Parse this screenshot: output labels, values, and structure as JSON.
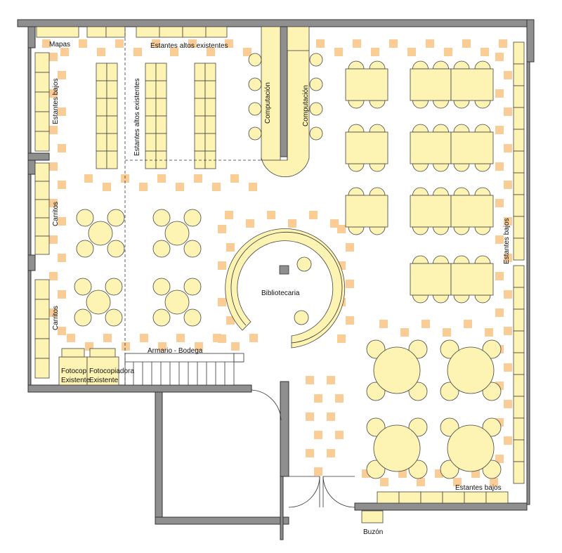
{
  "labels": {
    "mapas": "Mapas",
    "estantes_altos_top": "Estantes altos existentes",
    "estantes_altos_side": "Estantes altos existentes",
    "estantes_bajos_left": "Estantes bajos",
    "carritos_1": "Carritos",
    "carritos_2": "Carritos",
    "computacion_1": "Computación",
    "computacion_2": "Computación",
    "bibliotecaria": "Bibliotecaria",
    "armario_bodega": "Armario - Bodega",
    "fotocopiadora_1_l1": "Fotocop",
    "fotocopiadora_1_l2": "Existente",
    "fotocopiadora_2_l1": "Fotocopiadora",
    "fotocopiadora_2_l2": "Existente",
    "estantes_bajos_right": "Estantes bajos",
    "estantes_bajos_bottom": "Estantes bajos",
    "buzon": "Buzón"
  },
  "colors": {
    "wall": "#8f8f8f",
    "furniture": "#fdf3b3",
    "floor_tile": "#fbcd96",
    "line": "#333333"
  }
}
